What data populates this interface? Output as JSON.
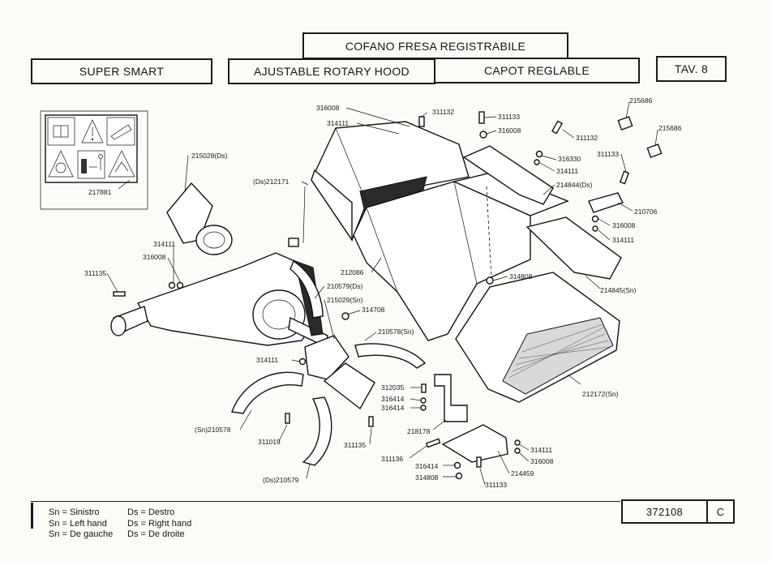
{
  "header": {
    "title_it": "COFANO FRESA REGISTRABILE",
    "model": "SUPER SMART",
    "title_en": "AJUSTABLE ROTARY HOOD",
    "title_fr": "CAPOT REGLABLE",
    "table": "TAV. 8"
  },
  "footer": {
    "legend_rows": [
      {
        "left": "Sn = Sinistro",
        "right": "Ds = Destro"
      },
      {
        "left": "Sn = Left hand",
        "right": "Ds = Right hand"
      },
      {
        "left": "Sn = De gauche",
        "right": "Ds = De droite"
      }
    ],
    "code": "372108",
    "revision": "C"
  },
  "labels": {
    "l_217881": "217881",
    "l_215028": "215028(Ds)",
    "l_316008a": "316008",
    "l_314111a": "314111",
    "l_311132a": "311132",
    "l_311133a": "311133",
    "l_316008b": "316008",
    "l_311132b": "311132",
    "l_316330": "316330",
    "l_314111b": "314111",
    "l_214844": "214844(Ds)",
    "l_215686a": "215686",
    "l_215686b": "215686",
    "l_311133b": "311133",
    "l_210706": "210706",
    "l_316008c": "316008",
    "l_314111c": "314111",
    "l_212171": "(Ds)212171",
    "l_212086": "212086",
    "l_314808a": "314808",
    "l_214845": "214845(Sn)",
    "l_314111d": "314111",
    "l_316008d": "316008",
    "l_311135a": "311135",
    "l_210579ds_top": "210579(Ds)",
    "l_215029": "215029(Sn)",
    "l_314708": "314708",
    "l_210578sn_top": "210578(Sn)",
    "l_314111e": "314111",
    "l_212172": "212172(Sn)",
    "l_312035": "312035",
    "l_316414a": "316414",
    "l_316414b": "316414",
    "l_218178": "218178",
    "l_210578sn": "(Sn)210578",
    "l_311019": "311019",
    "l_311135b": "311135",
    "l_311136": "311136",
    "l_316414c": "316414",
    "l_314808b": "314808",
    "l_314111f": "314111",
    "l_316008e": "316008",
    "l_214459": "214459",
    "l_311133c": "311133",
    "l_210579ds": "(Ds)210579"
  }
}
